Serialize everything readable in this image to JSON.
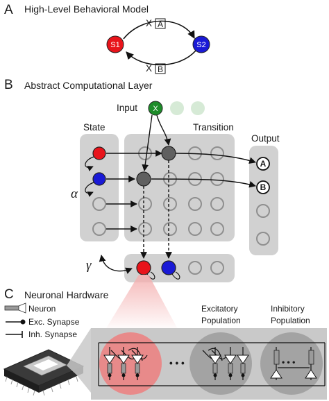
{
  "panel_a": {
    "letter": "A",
    "title": "High-Level Behavioral Model",
    "state1": "S1",
    "state2": "S2",
    "top_input": "X",
    "top_output": "A",
    "bottom_input": "X",
    "bottom_output": "B"
  },
  "panel_b": {
    "letter": "B",
    "title": "Abstract Computational Layer",
    "input_label": "Input",
    "input_node": "X",
    "state_label": "State",
    "transition_label": "Transition",
    "output_label": "Output",
    "output_nodes": [
      "A",
      "B"
    ],
    "alpha": "α",
    "gamma": "γ"
  },
  "panel_c": {
    "letter": "C",
    "title": "Neuronal Hardware",
    "legend": [
      "Neuron",
      "Exc. Synapse",
      "Inh. Synapse"
    ],
    "excitatory": [
      "Excitatory",
      "Population"
    ],
    "inhibitory": [
      "Inhibitory",
      "Population"
    ],
    "ellipsis": "• • •"
  },
  "colors": {
    "red": "#e8141b",
    "blue": "#1a1ad6",
    "green": "#1e8c2a",
    "box_gray": "#d1d1d1",
    "dark_node": "#606060",
    "highlight_red": "#e88a8a"
  }
}
